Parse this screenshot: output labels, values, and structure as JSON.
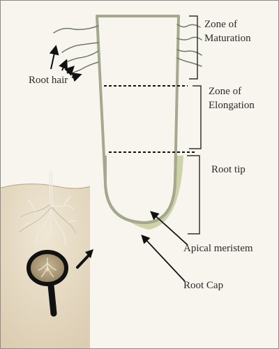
{
  "labels": {
    "zone_maturation_line1": "Zone of",
    "zone_maturation_line2": "Maturation",
    "zone_elongation_line1": "Zone of",
    "zone_elongation_line2": "Elongation",
    "root_tip": "Root tip",
    "root_hair": "Root hair",
    "apical_meristem": "Apical meristem",
    "root_cap": "Root Cap"
  },
  "colors": {
    "root_outline": "#a4a98e",
    "root_cap_fill": "#ccd1a8",
    "soil": "#e8dcc6",
    "arrow": "#111111",
    "bracket": "#333333",
    "magnifier_rim": "#111111"
  }
}
